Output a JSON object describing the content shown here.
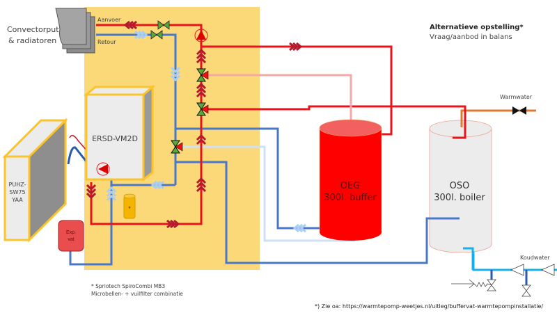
{
  "title": {
    "heading": "Alternatieve opstelling*",
    "subheading": "Vraag/aanbod in balans"
  },
  "labels": {
    "convector_line1": "Convectorput",
    "convector_line2": "& radiatoren",
    "aanvoer": "Aanvoer",
    "retour": "Retour",
    "indoor_unit": "ERSD-VM2D",
    "outdoor_line1": "PUHZ-",
    "outdoor_line2": "SW75",
    "outdoor_line3": "YAA",
    "expansion_line1": "Exp.",
    "expansion_line2": "vat",
    "filter_mark": "*",
    "buffer_line1": "OEG",
    "buffer_line2": "300l. buffer",
    "boiler_line1": "OSO",
    "boiler_line2": "300l. boiler",
    "warmwater": "Warmwater",
    "koudwater": "Koudwater"
  },
  "footnotes": {
    "filter_line1": "*  Spriotech SpiroCombi MB3",
    "filter_line2": "Microbellen- + vuilfilter combinatie",
    "reference": "*) Zie oa: https://warmtepomp-weetjes.nl/uitleg/buffervat-warmtepompinstallatie/"
  },
  "colors": {
    "zone": "#fbd978",
    "supply": "#e8141b",
    "supply_arrow": "#b4192e",
    "return": "#4a78c8",
    "return_arrow": "#a9cdf4",
    "cold": "#16b0ec",
    "hot_tap": "#e07a30",
    "valve": "#5aaa3a",
    "unit_border": "#fbc32c",
    "buffer": "#ff0000",
    "boiler": "#eeeeee"
  }
}
